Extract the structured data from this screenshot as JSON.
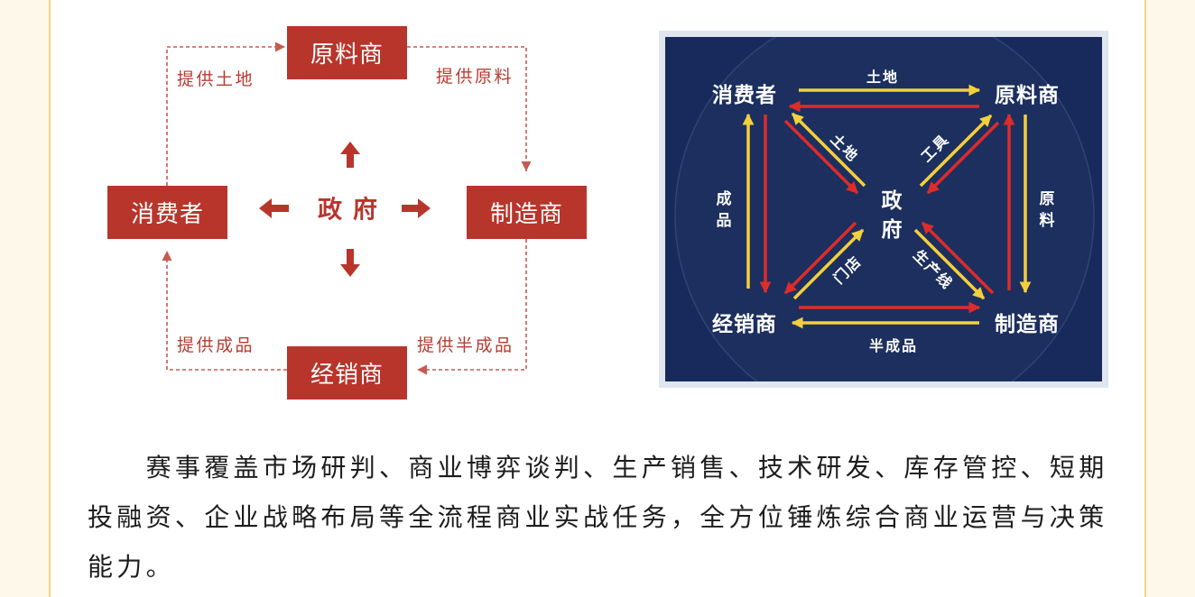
{
  "colors": {
    "page_bg": "#fdf8e9",
    "card_border": "#f2d488",
    "box_red": "#b8352c",
    "label_red": "#b83b32",
    "dash_red": "#c65a52",
    "navy": "#172a5b",
    "panel_frame": "#dfe6ef",
    "arrow_yellow": "#f4cf3c",
    "arrow_red": "#dd2c2a",
    "text": "#1c1c1c"
  },
  "left_diagram": {
    "nodes": {
      "raw_material": "原料商",
      "consumer": "消费者",
      "manufacturer": "制造商",
      "distributor": "经销商"
    },
    "center": "政府",
    "edges": {
      "consumer_to_raw_material": "提供土地",
      "raw_material_to_manufacturer": "提供原料",
      "manufacturer_to_distributor": "提供半成品",
      "distributor_to_consumer": "提供成品"
    }
  },
  "right_diagram": {
    "nodes": {
      "consumer": "消费者",
      "raw_material": "原料商",
      "distributor": "经销商",
      "manufacturer": "制造商"
    },
    "center": "政府",
    "edges": {
      "top": "土地",
      "bottom": "半成品",
      "left": "成品",
      "right": "原料",
      "diag_top_left": "土地",
      "diag_top_right": "工具",
      "diag_bottom_left": "门店",
      "diag_bottom_right": "生产线"
    }
  },
  "paragraph": "赛事覆盖市场研判、商业博弈谈判、生产销售、技术研发、库存管控、短期投融资、企业战略布局等全流程商业实战任务，全方位锤炼综合商业运营与决策能力。"
}
